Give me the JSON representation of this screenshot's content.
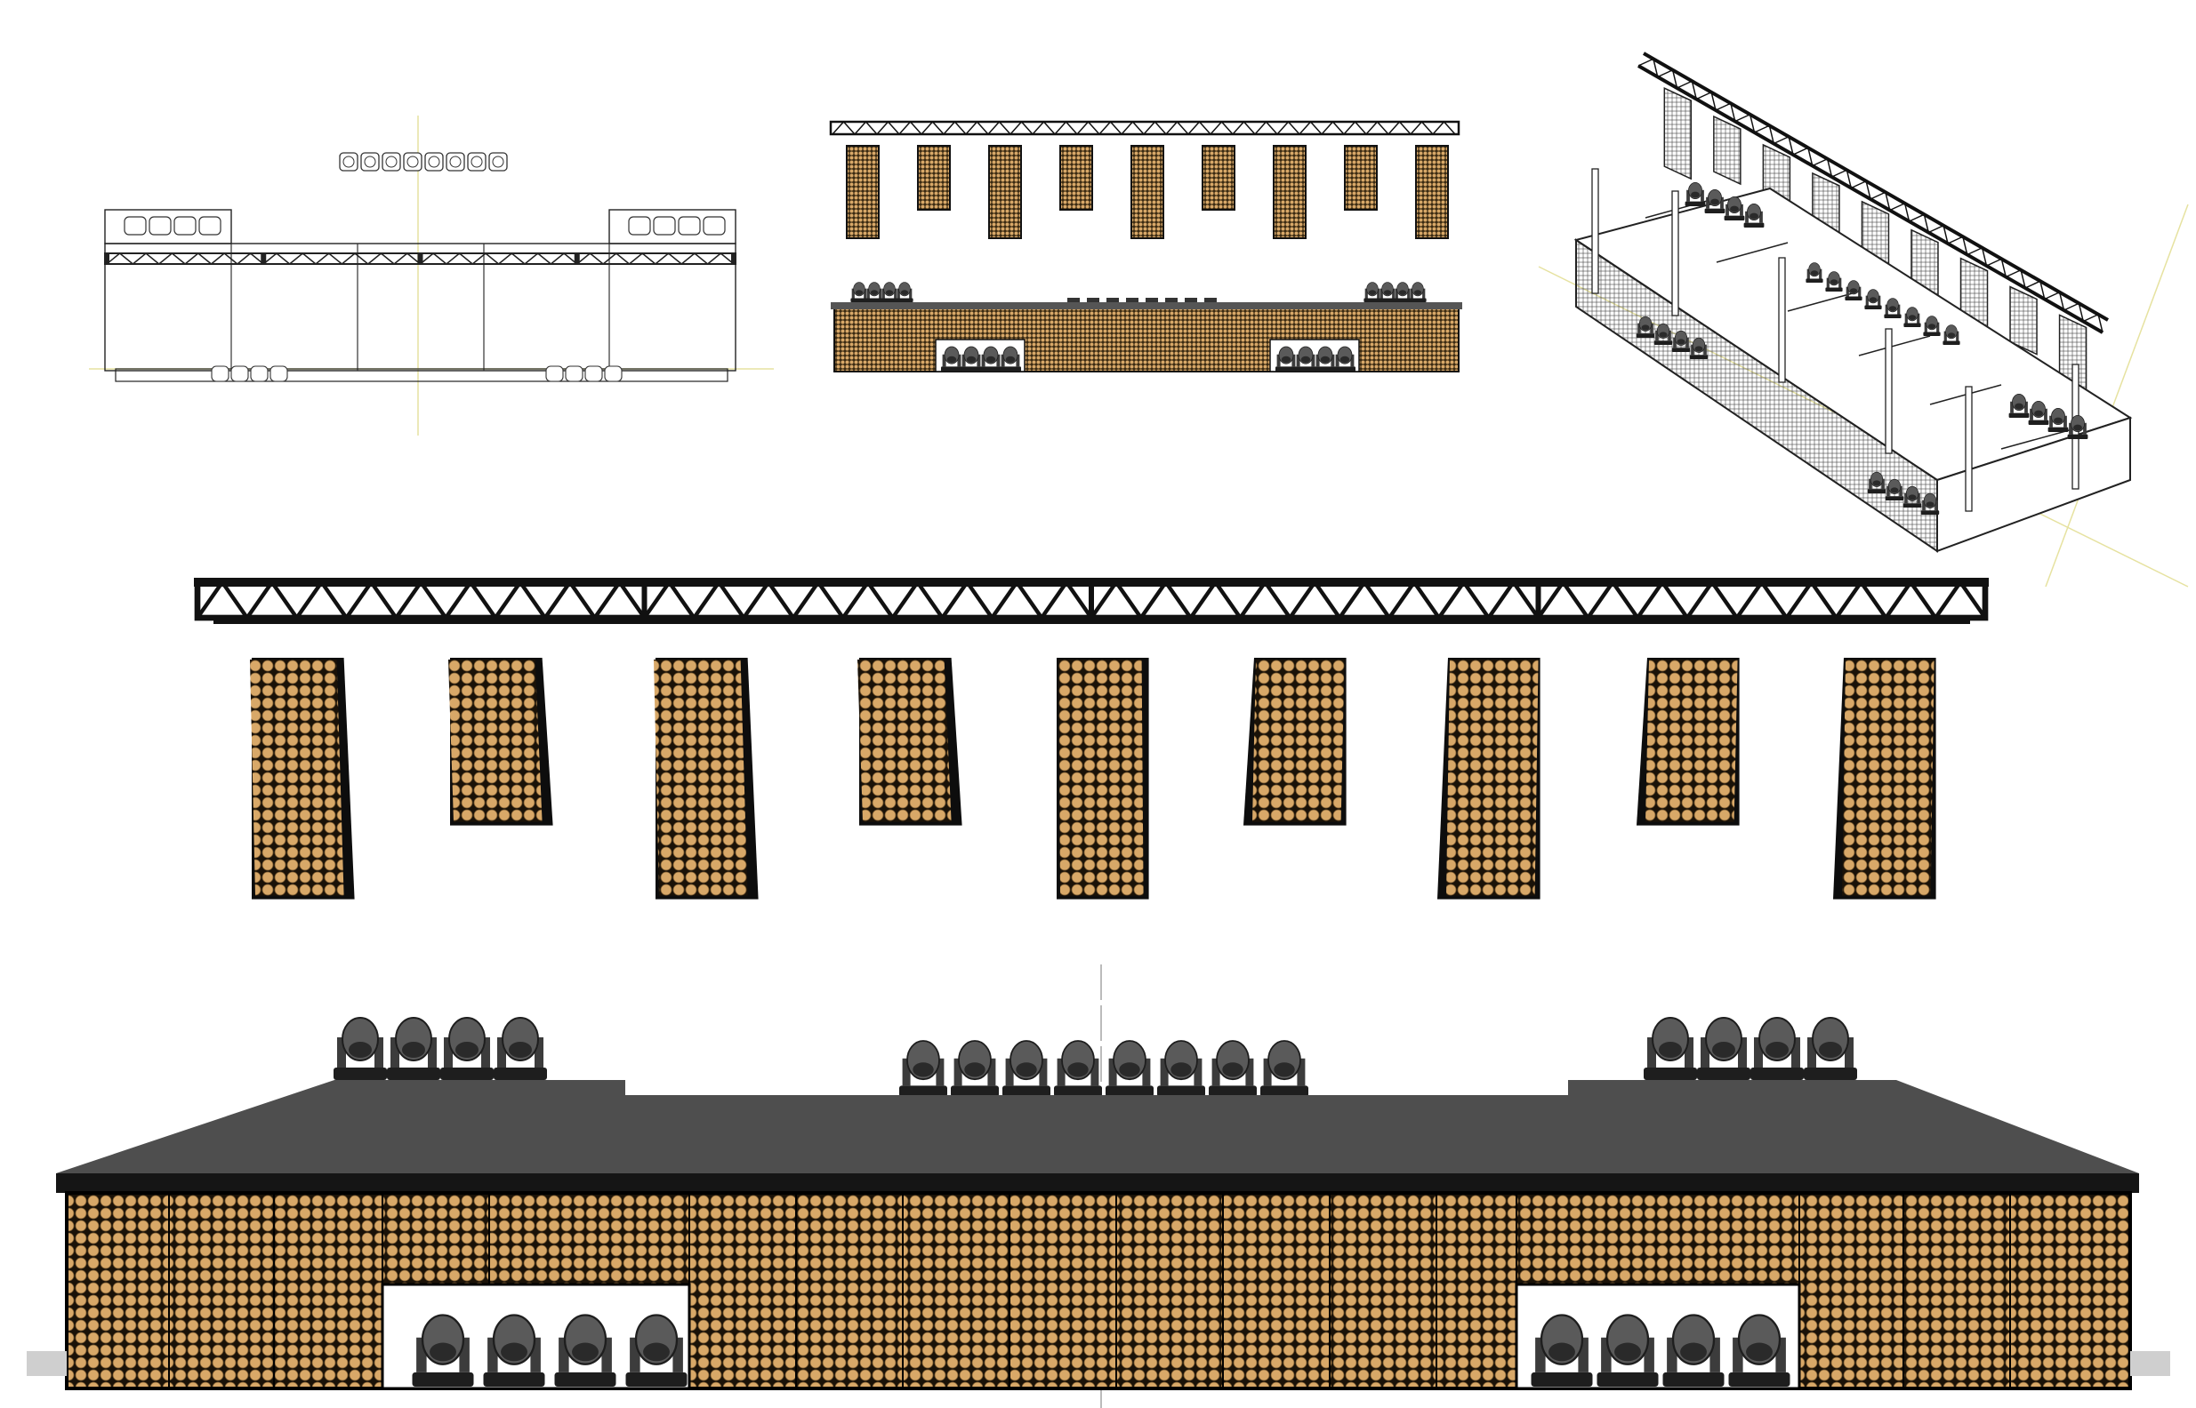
{
  "colors": {
    "background": "#ffffff",
    "truss": "#111111",
    "bulb_fill": "#d8a868",
    "bulb_stroke": "#7a5a30",
    "panel_backing": "#0d0d0d",
    "riser_top": "#505050",
    "riser_front": "#1a1a1a",
    "moving_head_body": "#3c3c3c",
    "moving_head_dark": "#1e1e1e",
    "guide_line": "#e6e2a0",
    "wireframe": "#222222"
  },
  "views": [
    {
      "id": "plan-view-drawing",
      "kind": "wireframe-plan"
    },
    {
      "id": "front-elevation-thumbnail",
      "kind": "elevation-small"
    },
    {
      "id": "isometric-view-drawing",
      "kind": "isometric"
    },
    {
      "id": "truss-and-blinder-panels-elevation",
      "kind": "elevation-large"
    },
    {
      "id": "riser-with-moving-heads-elevation",
      "kind": "elevation-large"
    }
  ],
  "hanging_panels": {
    "count": 9,
    "rows_per_panel": [
      16,
      11,
      16,
      11,
      16,
      11,
      16,
      11,
      16
    ],
    "columns": 6
  },
  "moving_heads": {
    "top_left_count": 4,
    "top_center_count": 8,
    "top_right_count": 4,
    "under_left_count": 4,
    "under_right_count": 4
  },
  "small_elevation_chairs": {
    "left_count": 4,
    "right_count": 4
  }
}
